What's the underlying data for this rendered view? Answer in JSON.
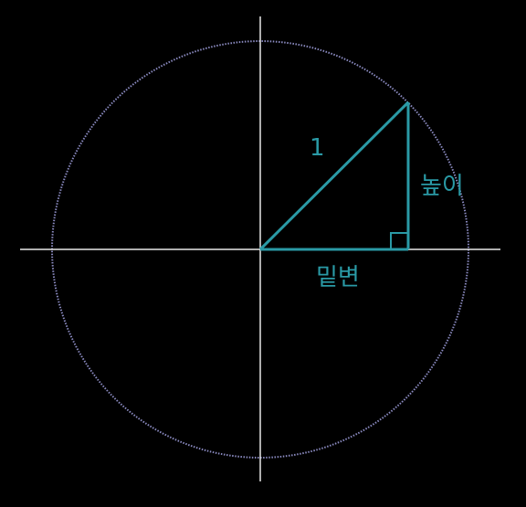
{
  "diagram": {
    "hypotenuse_label": "1",
    "height_label": "높이",
    "base_label": "밑변",
    "colors": {
      "background": "#000000",
      "axes": "#e8e8e8",
      "circle": "#8a8ac0",
      "triangle": "#2a9aa6",
      "text": "#2a9aa6"
    }
  }
}
